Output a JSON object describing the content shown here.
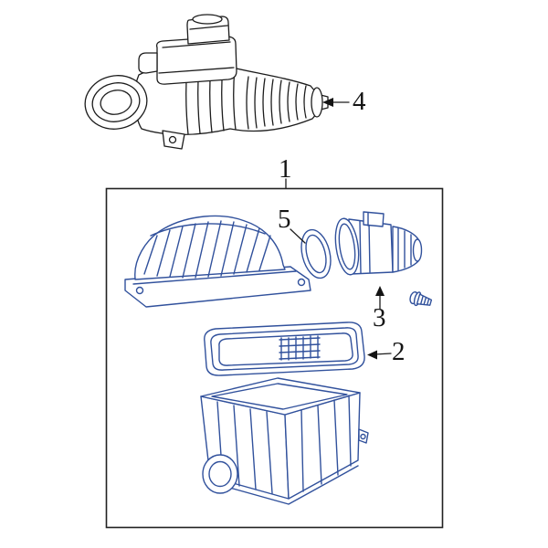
{
  "diagram": {
    "type": "exploded-parts-diagram",
    "subject": "air-cleaner-intake-assembly",
    "colors": {
      "background": "#ffffff",
      "outline_line": "#1c1c1c",
      "part_line": "#31519c",
      "label_text": "#141414"
    },
    "callouts": [
      {
        "id": "1",
        "part": "air-cleaner-assembly"
      },
      {
        "id": "2",
        "part": "air-filter-element"
      },
      {
        "id": "3",
        "part": "mass-air-flow-sensor"
      },
      {
        "id": "4",
        "part": "air-intake-hose"
      },
      {
        "id": "5",
        "part": "sensor-seal-ring"
      }
    ]
  }
}
